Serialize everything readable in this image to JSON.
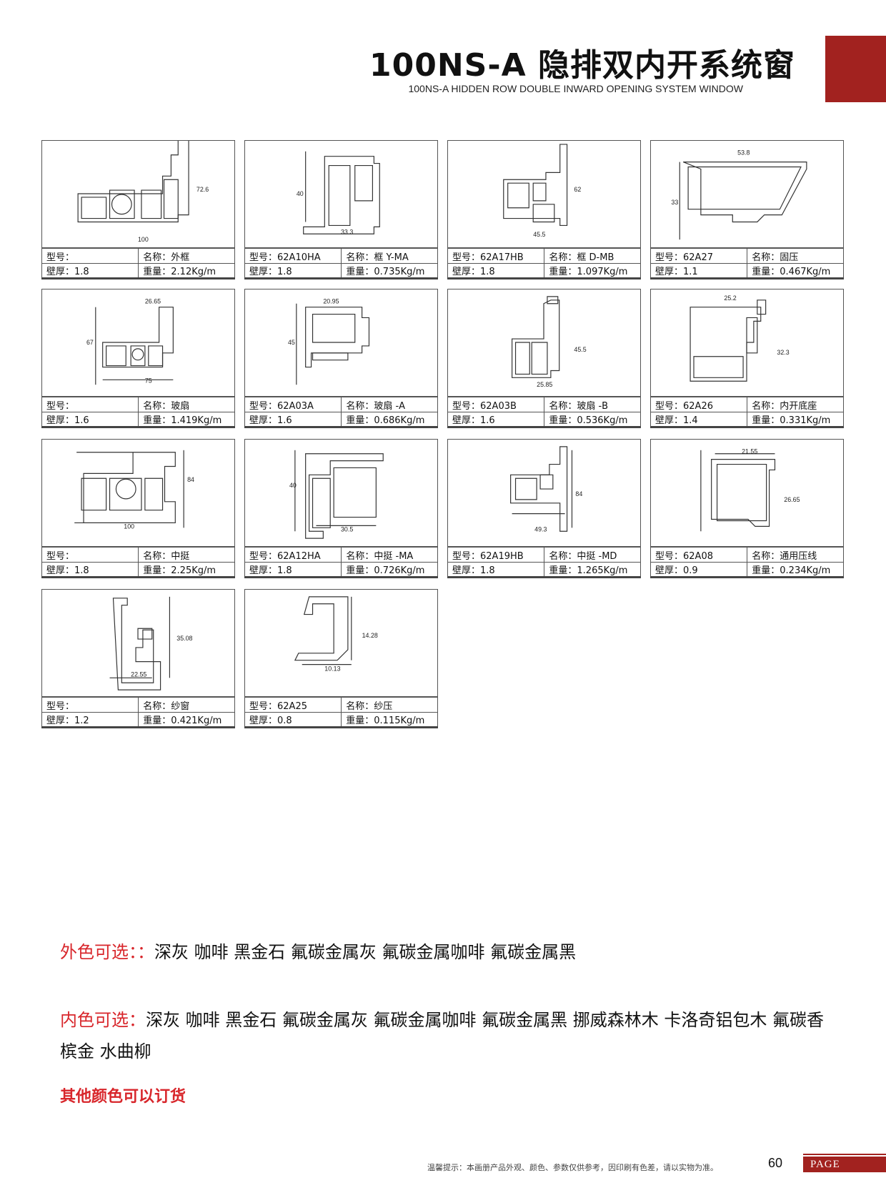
{
  "header": {
    "title": "100NS-A 隐排双内开系统窗",
    "subtitle": "100NS-A  HIDDEN ROW DOUBLE INWARD OPENING SYSTEM WINDOW",
    "accent_color": "#a2221f"
  },
  "profiles": [
    {
      "model_label": "型号：",
      "model": "",
      "name_label": "名称：",
      "name": "外框",
      "thickness_label": "壁厚：",
      "thickness": "1.8",
      "weight_label": "重量：",
      "weight": "2.12Kg/m",
      "dims": [
        "72.6",
        "100"
      ]
    },
    {
      "model_label": "型号：",
      "model": "62A10HA",
      "name_label": "名称：",
      "name": "框 Y-MA",
      "thickness_label": "壁厚：",
      "thickness": "1.8",
      "weight_label": "重量：",
      "weight": "0.735Kg/m",
      "dims": [
        "40",
        "33.3"
      ]
    },
    {
      "model_label": "型号：",
      "model": "62A17HB",
      "name_label": "名称：",
      "name": "框 D-MB",
      "thickness_label": "壁厚：",
      "thickness": "1.8",
      "weight_label": "重量：",
      "weight": "1.097Kg/m",
      "dims": [
        "62",
        "45.5"
      ]
    },
    {
      "model_label": "型号：",
      "model": "62A27",
      "name_label": "名称：",
      "name": "固压",
      "thickness_label": "壁厚：",
      "thickness": "1.1",
      "weight_label": "重量：",
      "weight": "0.467Kg/m",
      "dims": [
        "53.8",
        "33"
      ]
    },
    {
      "model_label": "型号：",
      "model": "",
      "name_label": "名称：",
      "name": "玻扇",
      "thickness_label": "壁厚：",
      "thickness": "1.6",
      "weight_label": "重量：",
      "weight": "1.419Kg/m",
      "dims": [
        "26.65",
        "67",
        "75"
      ]
    },
    {
      "model_label": "型号：",
      "model": "62A03A",
      "name_label": "名称：",
      "name": "玻扇 -A",
      "thickness_label": "壁厚：",
      "thickness": "1.6",
      "weight_label": "重量：",
      "weight": "0.686Kg/m",
      "dims": [
        "20.95",
        "45"
      ]
    },
    {
      "model_label": "型号：",
      "model": "62A03B",
      "name_label": "名称：",
      "name": "玻扇 -B",
      "thickness_label": "壁厚：",
      "thickness": "1.6",
      "weight_label": "重量：",
      "weight": "0.536Kg/m",
      "dims": [
        "45.5",
        "25.85"
      ]
    },
    {
      "model_label": "型号：",
      "model": "62A26",
      "name_label": "名称：",
      "name": "内开底座",
      "thickness_label": "壁厚：",
      "thickness": "1.4",
      "weight_label": "重量：",
      "weight": "0.331Kg/m",
      "dims": [
        "25.2",
        "32.3"
      ]
    },
    {
      "model_label": "型号：",
      "model": "",
      "name_label": "名称：",
      "name": "中挺",
      "thickness_label": "壁厚：",
      "thickness": "1.8",
      "weight_label": "重量：",
      "weight": "2.25Kg/m",
      "dims": [
        "84",
        "100"
      ]
    },
    {
      "model_label": "型号：",
      "model": "62A12HA",
      "name_label": "名称：",
      "name": "中挺 -MA",
      "thickness_label": "壁厚：",
      "thickness": "1.8",
      "weight_label": "重量：",
      "weight": "0.726Kg/m",
      "dims": [
        "40",
        "30.5"
      ]
    },
    {
      "model_label": "型号：",
      "model": "62A19HB",
      "name_label": "名称：",
      "name": "中挺 -MD",
      "thickness_label": "壁厚：",
      "thickness": "1.8",
      "weight_label": "重量：",
      "weight": "1.265Kg/m",
      "dims": [
        "84",
        "49.3"
      ]
    },
    {
      "model_label": "型号：",
      "model": "62A08",
      "name_label": "名称：",
      "name": "通用压线",
      "thickness_label": "壁厚：",
      "thickness": "0.9",
      "weight_label": "重量：",
      "weight": "0.234Kg/m",
      "dims": [
        "21.55",
        "26.65"
      ]
    },
    {
      "model_label": "型号：",
      "model": "",
      "name_label": "名称：",
      "name": "纱窗",
      "thickness_label": "壁厚：",
      "thickness": "1.2",
      "weight_label": "重量：",
      "weight": "0.421Kg/m",
      "dims": [
        "35.08",
        "22.55"
      ]
    },
    {
      "model_label": "型号：",
      "model": "62A25",
      "name_label": "名称：",
      "name": "纱压",
      "thickness_label": "壁厚：",
      "thickness": "0.8",
      "weight_label": "重量：",
      "weight": "0.115Kg/m",
      "dims": [
        "14.28",
        "10.13"
      ]
    }
  ],
  "colors": {
    "outer_label": "外色可选：：",
    "outer_values": "深灰 咖啡 黑金石 氟碳金属灰 氟碳金属咖啡 氟碳金属黑",
    "inner_label": "内色可选：",
    "inner_values": "深灰  咖啡  黑金石  氟碳金属灰  氟碳金属咖啡  氟碳金属黑  挪威森林木  卡洛奇铝包木  氟碳香槟金  水曲柳",
    "order_note": "其他颜色可以订货",
    "label_color": "#d8262b"
  },
  "footer": {
    "note": "温馨提示：本画册产品外观、颜色、参数仅供参考，因印刷有色差，请以实物为准。",
    "page_number": "60",
    "page_tag": "PAGE"
  }
}
